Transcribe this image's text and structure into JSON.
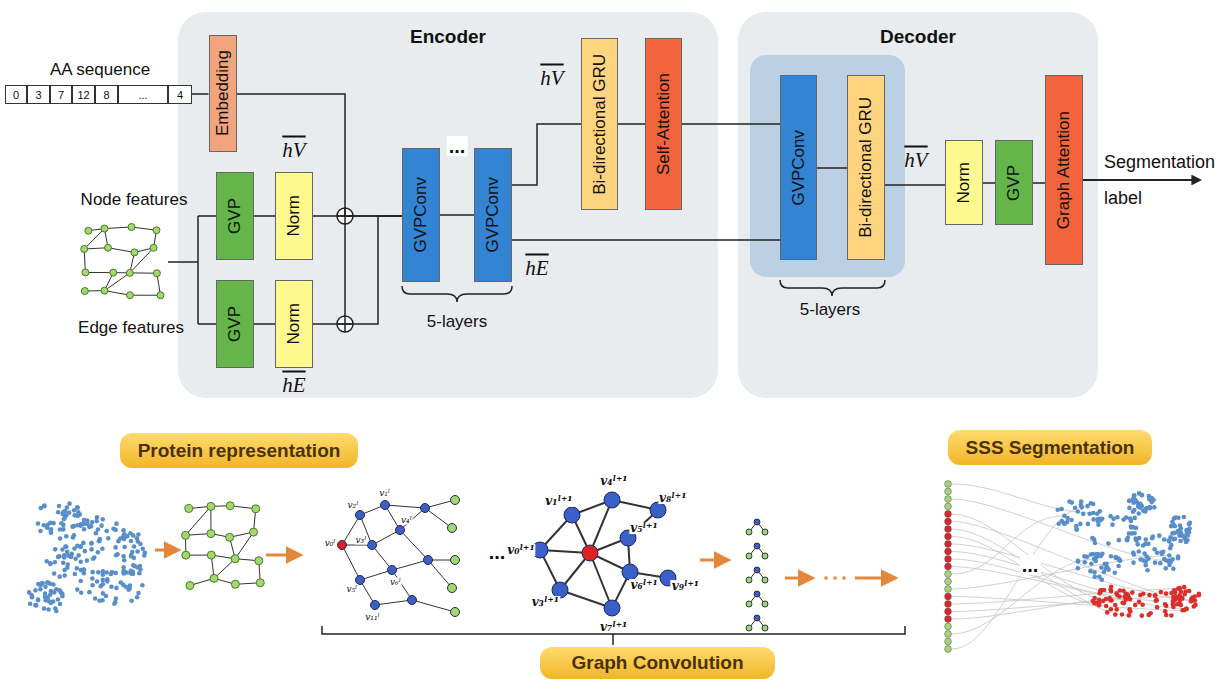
{
  "diagram": {
    "nodes": [
      {
        "text": [
          "Encoder"
        ]
      },
      {
        "text": [
          "0"
        ]
      },
      {
        "text": [
          "3"
        ]
      },
      {
        "text": [
          "7"
        ]
      },
      {
        "text": [
          "12"
        ]
      },
      {
        "text": [
          "8"
        ]
      },
      {
        "text": [
          "..."
        ]
      },
      {
        "text": [
          "4"
        ]
      },
      {
        "text": [
          "Embedding"
        ],
        "in": 0
      },
      {
        "text": [
          "GVP"
        ],
        "in": 0
      },
      {
        "text": [
          "Norm"
        ],
        "in": 0
      },
      {
        "text": [
          "GVP"
        ],
        "in": 0
      },
      {
        "text": [
          "Norm"
        ],
        "in": 0
      },
      {
        "text": [
          "GVPConv"
        ],
        "in": 0
      },
      {
        "text": [
          "GVPConv"
        ],
        "in": 0
      },
      {
        "text": [
          "Bi-directional GRU"
        ],
        "in": 0
      },
      {
        "text": [
          "Self-Attention"
        ],
        "in": 0
      },
      {
        "text": [
          "Decoder"
        ]
      },
      {
        "text": [
          "GVPConv"
        ],
        "in": 17
      },
      {
        "text": [
          "Bi-directional GRU"
        ],
        "in": 17
      },
      {
        "text": [
          "Norm"
        ],
        "in": 17
      },
      {
        "text": [
          "GVP"
        ],
        "in": 17
      },
      {
        "text": [
          "Graph Attention"
        ],
        "in": 17
      },
      {
        "text": [
          "Protein representation"
        ]
      },
      {
        "text": [
          "Graph Convolution"
        ]
      },
      {
        "text": [
          "SSS Segmentation"
        ]
      }
    ],
    "edges": [
      {
        "from": 7,
        "to": 8,
        "arrow": "none"
      },
      {
        "from": 8,
        "to": 13,
        "arrow": "none"
      },
      {
        "from": 10,
        "to": 13,
        "arrow": "none"
      },
      {
        "from": 12,
        "to": 13,
        "arrow": "none"
      },
      {
        "from": 9,
        "to": 10,
        "arrow": "none"
      },
      {
        "from": 11,
        "to": 12,
        "arrow": "none"
      },
      {
        "from": 13,
        "to": 14,
        "arrow": "none"
      },
      {
        "from": 14,
        "to": 15,
        "arrow": "none"
      },
      {
        "from": 15,
        "to": 16,
        "arrow": "none"
      },
      {
        "from": 16,
        "to": 18,
        "arrow": "none"
      },
      {
        "from": 14,
        "to": 18,
        "arrow": "none"
      },
      {
        "from": 18,
        "to": 19,
        "arrow": "none"
      },
      {
        "from": 19,
        "to": 20,
        "arrow": "none"
      },
      {
        "from": 20,
        "to": 21,
        "arrow": "none"
      },
      {
        "from": 21,
        "to": 22,
        "arrow": "none"
      }
    ],
    "labels": [
      "AA sequence",
      "Node features",
      "Edge features",
      "hV",
      "hE",
      "hV",
      "hE",
      "...",
      "5-layers",
      "hV",
      "5-layers",
      "Segmentation label",
      "...",
      "...",
      "v₂ˡ",
      "v₀ˡ",
      "v₁ˡ",
      "v₃ˡ",
      "v₄ˡ",
      "v₅ˡ",
      "v₆ˡ",
      "v₁₁ˡ",
      "v₄ˡ⁺¹",
      "v₈ˡ⁺¹",
      "v₁ˡ⁺¹",
      "v₅ˡ⁺¹",
      "v₀ˡ⁺¹",
      "v₆ˡ⁺¹",
      "v₉ˡ⁺¹",
      "v₃ˡ⁺¹",
      "v₇ˡ⁺¹"
    ]
  }
}
